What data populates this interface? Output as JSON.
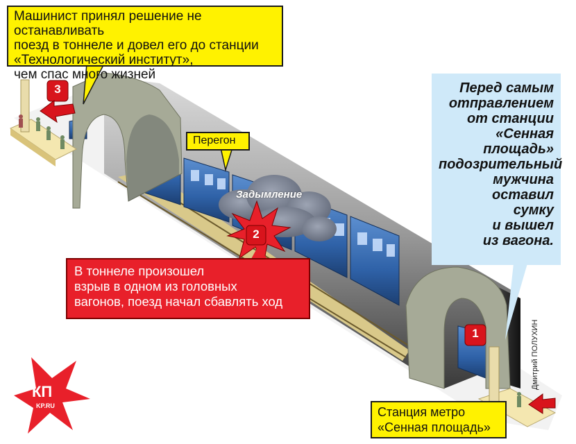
{
  "callouts": {
    "top_yellow": "Машинист принял решение не останавливать\nпоезд в тоннеле и довел его до станции\n«Технологический институт»,\nчем спас много жизней",
    "peregon": "Перегон",
    "red_box": "В тоннеле произошел\nвзрыв в одном из головных\nвагонов, поезд начал сбавлять ход",
    "blue_box": "Перед самым\nотправлением\nот станции\n«Сенная\nплощадь»\nподозрительный\nмужчина\nоставил\nсумку\nи вышел\nиз вагона.",
    "station": "Станция метро\n«Сенная площадь»",
    "smoke": "Задымление"
  },
  "badges": {
    "one": "1",
    "two": "2",
    "three": "3"
  },
  "credit": "Дмитрий ПОЛУХИН",
  "logo": {
    "kp": "КП",
    "site": "KP.RU"
  },
  "colors": {
    "tunnel_arch": "#a6aa97",
    "tunnel_body": "#8e8e8e",
    "train": "#2f62a8",
    "badge": "#d8141c",
    "callout_yellow": "#fff200",
    "callout_red": "#e8202a",
    "callout_blue": "#cfe9f9"
  }
}
